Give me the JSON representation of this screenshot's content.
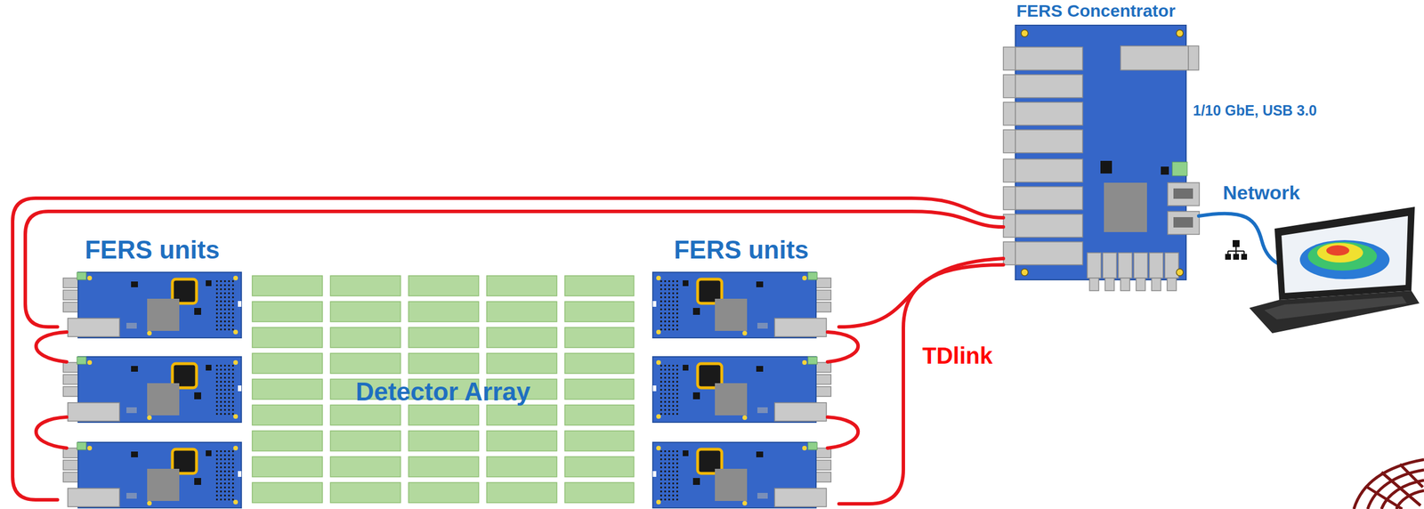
{
  "diagram": {
    "nodes": [
      {
        "text": [
          "FERS Concentrator"
        ]
      },
      {
        "text": [
          "FERS units"
        ]
      },
      {
        "text": [
          "Detector Array"
        ]
      },
      {
        "text": [
          "FERS units"
        ]
      }
    ],
    "edges": [
      {
        "from": 0,
        "to": 1,
        "arrow": "none"
      },
      {
        "from": 0,
        "to": 1,
        "arrow": "none"
      },
      {
        "from": 0,
        "to": 3,
        "arrow": "none"
      },
      {
        "from": 0,
        "to": 3,
        "label": "TDlink",
        "arrow": "none"
      }
    ],
    "labels": [
      "1/10 GbE, USB 3.0",
      "Network"
    ]
  }
}
